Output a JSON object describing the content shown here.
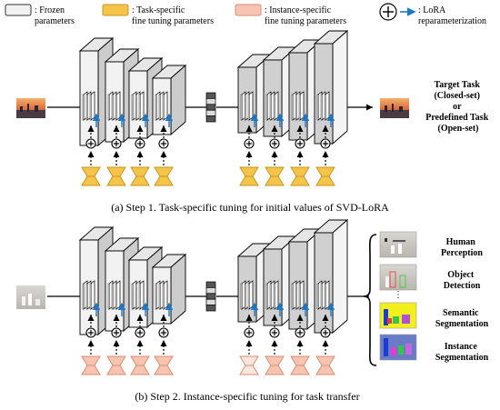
{
  "legend": {
    "frozen": ": Frozen\nparameters",
    "task_specific": ": Task-specific\nfine tuning parameters",
    "instance_specific": ": Instance-specific\nfine tuning parameters",
    "lora": ": LoRA\nreparameterization"
  },
  "step1": {
    "output_label": "Target Task\n(Closed-set)\nor\nPredefined Task\n(Open-set)",
    "caption": "(a) Step 1. Task-specific tuning for initial values of SVD-LoRA"
  },
  "step2": {
    "outputs": [
      "Human\nPerception",
      "Object\nDetection",
      "Semantic\nSegmentation",
      "Instance\nSegmentation"
    ],
    "caption": "(b) Step 2. Instance-specific tuning for task transfer"
  },
  "colors": {
    "frozen_fill": "#f2f2f2",
    "frozen_dark": "#cccccc",
    "task_fill": "#f5c44a",
    "task_stroke": "#c9961c",
    "instance_fill": "#f6c4b0",
    "instance_stroke": "#d98e72",
    "lora_arrow": "#1f77c9",
    "line": "#000000"
  }
}
